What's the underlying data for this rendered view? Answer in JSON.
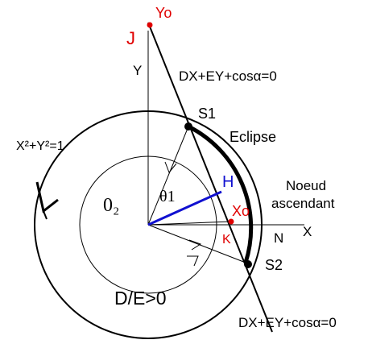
{
  "labels": {
    "yo": "Yo",
    "j": "J",
    "y_axis": "Y",
    "x_axis": "X",
    "line_eq_top": "DX+EY+cosα=0",
    "line_eq_bottom": "DX+EY+cosα=0",
    "s1": "S1",
    "s2": "S2",
    "eclipse": "Eclipse",
    "circle_eq": "X²+Y²=1",
    "h": "H",
    "theta1": "θ1",
    "theta2": "0₂",
    "xo": "Xo",
    "k": "K",
    "n": "N",
    "noeud_line1": "Noeud",
    "noeud_line2": "ascendant",
    "condition": "D/E>0"
  },
  "colors": {
    "black": "#000000",
    "red": "#e00000",
    "blue": "#1010d0"
  }
}
